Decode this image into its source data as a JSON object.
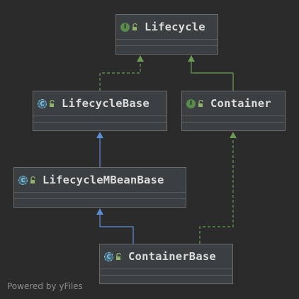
{
  "colors": {
    "background": "#2b2b2b",
    "implements_edge": "#6a9a55",
    "extends_edge": "#5a8fd6"
  },
  "nodes": [
    {
      "id": "lifecycle",
      "label": "Lifecycle",
      "kind": "interface",
      "icon": "interface-icon",
      "badge": "I"
    },
    {
      "id": "lifecyclebase",
      "label": "LifecycleBase",
      "kind": "abstract",
      "icon": "abstract-class-icon",
      "badge": "C"
    },
    {
      "id": "container",
      "label": "Container",
      "kind": "interface",
      "icon": "interface-icon",
      "badge": "I"
    },
    {
      "id": "lifecyclembeanbase",
      "label": "LifecycleMBeanBase",
      "kind": "abstract",
      "icon": "abstract-class-icon",
      "badge": "C"
    },
    {
      "id": "containerbase",
      "label": "ContainerBase",
      "kind": "abstract",
      "icon": "abstract-class-icon",
      "badge": "C"
    }
  ],
  "edges": [
    {
      "from": "lifecyclebase",
      "to": "lifecycle",
      "type": "implements"
    },
    {
      "from": "container",
      "to": "lifecycle",
      "type": "extends-interface"
    },
    {
      "from": "lifecyclembeanbase",
      "to": "lifecyclebase",
      "type": "extends"
    },
    {
      "from": "containerbase",
      "to": "lifecyclembeanbase",
      "type": "extends"
    },
    {
      "from": "containerbase",
      "to": "container",
      "type": "implements"
    }
  ],
  "footer": {
    "text": "Powered by yFiles"
  }
}
